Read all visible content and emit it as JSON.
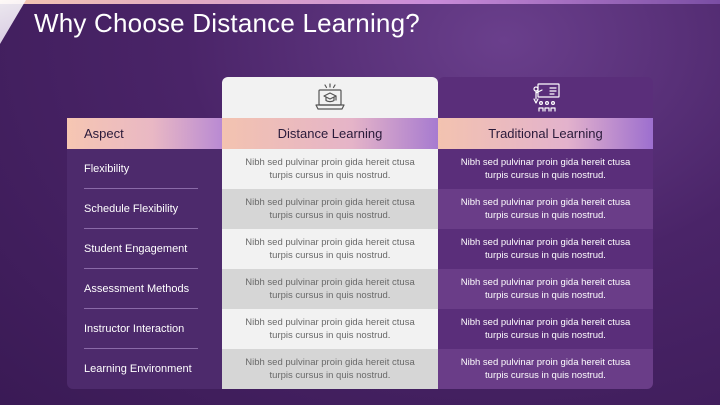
{
  "slide": {
    "title": "Why Choose Distance Learning?"
  },
  "table": {
    "headers": {
      "aspect": "Aspect",
      "distance": "Distance Learning",
      "traditional": "Traditional Learning"
    },
    "icons": {
      "distance": "laptop-graduation-cap-icon",
      "traditional": "classroom-presentation-icon"
    },
    "rows": [
      {
        "aspect": "Flexibility",
        "distance": "Nibh sed pulvinar proin gida hereit ctusa turpis cursus in quis nostrud.",
        "traditional": "Nibh sed pulvinar proin gida hereit ctusa turpis cursus in quis nostrud."
      },
      {
        "aspect": "Schedule Flexibility",
        "distance": "Nibh sed pulvinar proin gida hereit ctusa turpis cursus in quis nostrud.",
        "traditional": "Nibh sed pulvinar proin gida hereit ctusa turpis cursus in quis nostrud."
      },
      {
        "aspect": "Student Engagement",
        "distance": "Nibh sed pulvinar proin gida hereit ctusa turpis cursus in quis nostrud.",
        "traditional": "Nibh sed pulvinar proin gida hereit ctusa turpis cursus in quis nostrud."
      },
      {
        "aspect": "Assessment Methods",
        "distance": "Nibh sed pulvinar proin gida hereit ctusa turpis cursus in quis nostrud.",
        "traditional": "Nibh sed pulvinar proin gida hereit ctusa turpis cursus in quis nostrud."
      },
      {
        "aspect": "Instructor Interaction",
        "distance": "Nibh sed pulvinar proin gida hereit ctusa turpis cursus in quis nostrud.",
        "traditional": "Nibh sed pulvinar proin gida hereit ctusa turpis cursus in quis nostrud."
      },
      {
        "aspect": "Learning Environment",
        "distance": "Nibh sed pulvinar proin gida hereit ctusa turpis cursus in quis nostrud.",
        "traditional": "Nibh sed pulvinar proin gida hereit ctusa turpis cursus in quis nostrud."
      }
    ]
  },
  "colors": {
    "background": "#4a2468",
    "accent_peach": "#f6c6b2",
    "accent_lavender": "#b98ad3",
    "distance_column": "#f2f2f2",
    "traditional_column": "#5a2e7a"
  }
}
